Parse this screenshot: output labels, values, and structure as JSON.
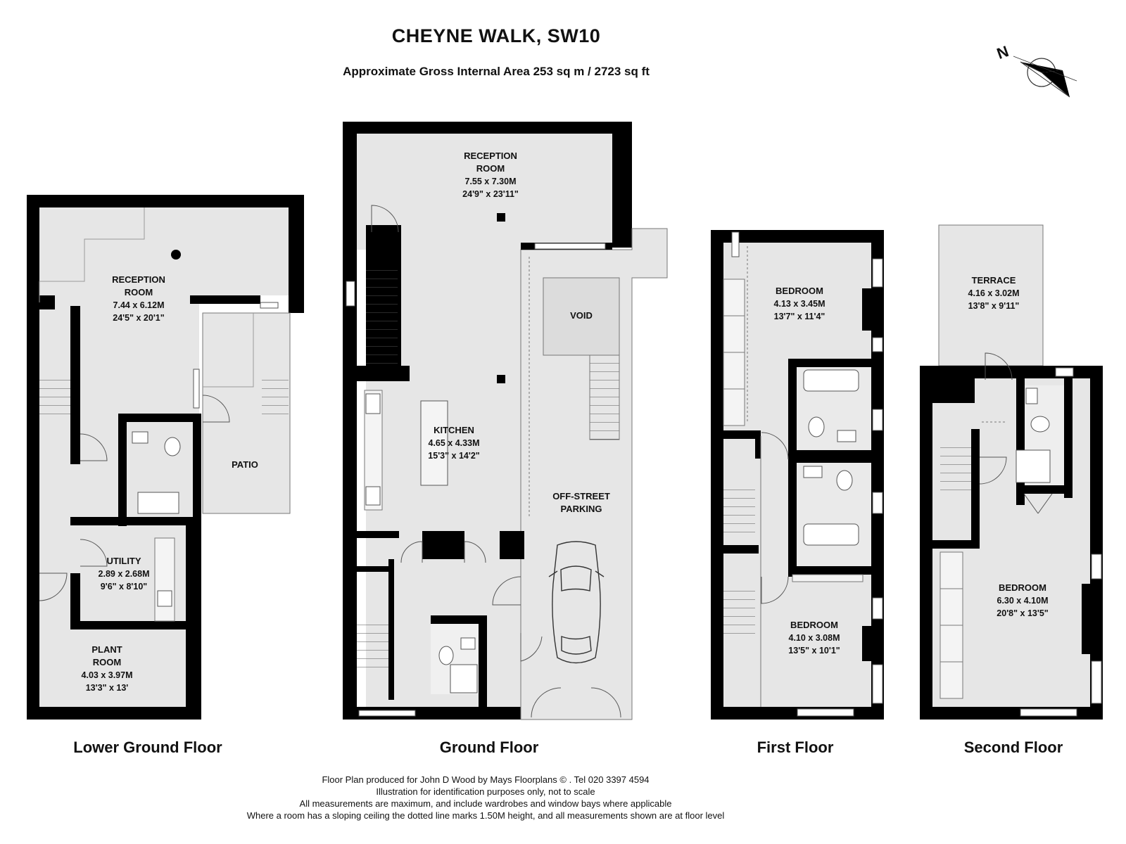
{
  "header": {
    "title": "CHEYNE WALK, SW10",
    "area": "Approximate Gross Internal Area 253 sq m  /  2723 sq ft",
    "compass_letter": "N"
  },
  "floors": {
    "lower_ground": {
      "label": "Lower Ground Floor",
      "rooms": {
        "reception": {
          "name1": "RECEPTION",
          "name2": "ROOM",
          "metric": "7.44 x 6.12M",
          "imperial": "24'5\" x 20'1\""
        },
        "patio": {
          "name1": "PATIO"
        },
        "utility": {
          "name1": "UTILITY",
          "metric": "2.89 x 2.68M",
          "imperial": "9'6\" x 8'10\""
        },
        "plant": {
          "name1": "PLANT",
          "name2": "ROOM",
          "metric": "4.03 x 3.97M",
          "imperial": "13'3\" x 13'"
        }
      }
    },
    "ground": {
      "label": "Ground Floor",
      "rooms": {
        "reception": {
          "name1": "RECEPTION",
          "name2": "ROOM",
          "metric": "7.55 x 7.30M",
          "imperial": "24'9\" x 23'11\""
        },
        "void": {
          "name1": "VOID"
        },
        "kitchen": {
          "name1": "KITCHEN",
          "metric": "4.65 x 4.33M",
          "imperial": "15'3\" x 14'2\""
        },
        "parking": {
          "name1": "OFF-STREET",
          "name2": "PARKING"
        }
      }
    },
    "first": {
      "label": "First Floor",
      "rooms": {
        "bedroom_top": {
          "name1": "BEDROOM",
          "metric": "4.13 x 3.45M",
          "imperial": "13'7\" x 11'4\""
        },
        "bedroom_bottom": {
          "name1": "BEDROOM",
          "metric": "4.10 x 3.08M",
          "imperial": "13'5\" x 10'1\""
        }
      }
    },
    "second": {
      "label": "Second Floor",
      "rooms": {
        "terrace": {
          "name1": "TERRACE",
          "metric": "4.16 x 3.02M",
          "imperial": "13'8\" x 9'11\""
        },
        "bedroom": {
          "name1": "BEDROOM",
          "metric": "6.30 x 4.10M",
          "imperial": "20'8\" x 13'5\""
        }
      }
    }
  },
  "footer": {
    "line1": "Floor Plan produced for John D Wood by Mays Floorplans  © . Tel 020 3397 4594",
    "line2": "Illustration for identification purposes only, not to scale",
    "line3": "All measurements are maximum, and include wardrobes and window bays where applicable",
    "line4": "Where a room has a sloping ceiling the dotted line marks 1.50M height, and all measurements shown are at floor level"
  },
  "colors": {
    "wall": "#000000",
    "room": "#e6e6e6",
    "line": "#555555",
    "background": "#ffffff"
  }
}
